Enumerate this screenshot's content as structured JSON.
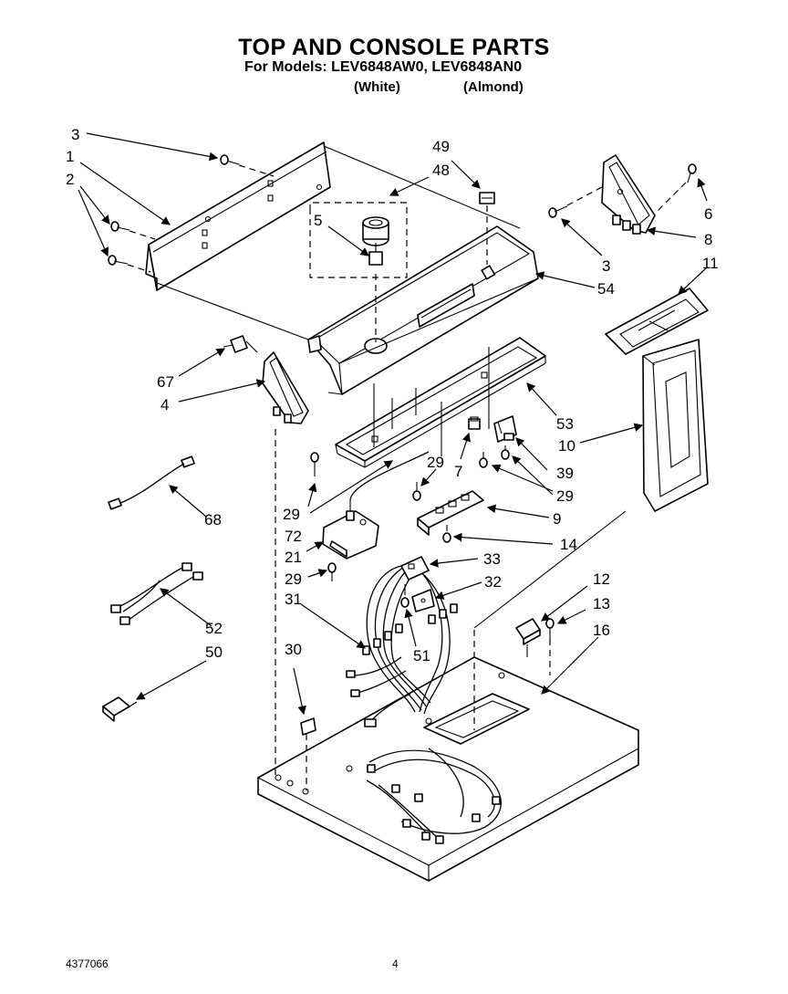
{
  "header": {
    "title": "TOP AND CONSOLE PARTS",
    "models": "For Models: LEV6848AW0, LEV6848AN0",
    "variant_white": "(White)",
    "variant_almond": "(Almond)"
  },
  "footer": {
    "doc_number": "4377066",
    "page_number": "4"
  },
  "callouts": {
    "c3a": "3",
    "c1": "1",
    "c2": "2",
    "c49": "49",
    "c48": "48",
    "c5": "5",
    "c6": "6",
    "c3b": "3",
    "c8": "8",
    "c11": "11",
    "c54": "54",
    "c67": "67",
    "c4": "4",
    "c53": "53",
    "c10": "10",
    "c29a": "29",
    "c7": "7",
    "c39": "39",
    "c29b": "29",
    "c29c": "29",
    "c72": "72",
    "c68": "68",
    "c9": "9",
    "c21": "21",
    "c14": "14",
    "c33": "33",
    "c29d": "29",
    "c32": "32",
    "c12": "12",
    "c31": "31",
    "c13": "13",
    "c52": "52",
    "c16": "16",
    "c50": "50",
    "c30": "30",
    "c51": "51"
  }
}
